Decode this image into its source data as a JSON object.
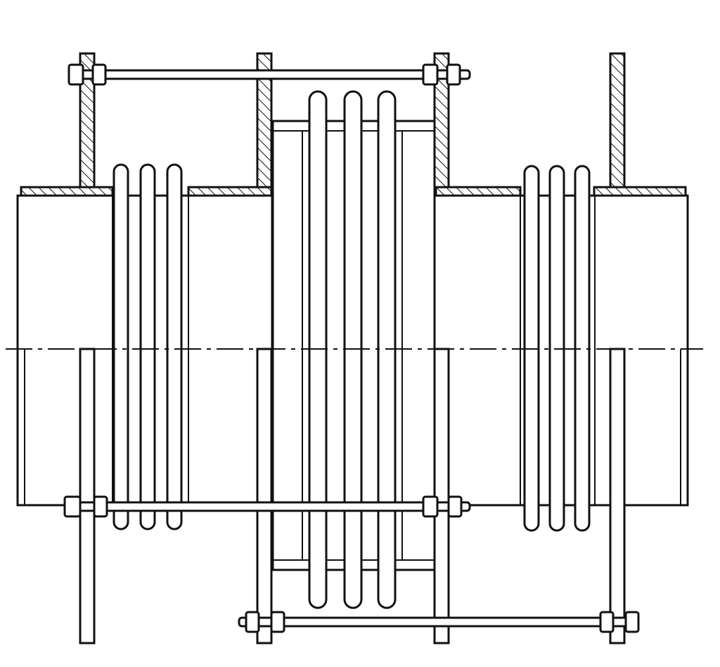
{
  "drawing": {
    "ink_color": "#111111",
    "paper_color": "#ffffff",
    "components": [
      "pipe-left",
      "bellows-left",
      "flange-left",
      "flange-center-left",
      "intermediate-pipe",
      "bellows-center",
      "flange-center-right",
      "pipe-right",
      "bellows-right",
      "flange-right",
      "tie-rod-top",
      "tie-rod-middle",
      "tie-rod-bottom",
      "centerline"
    ]
  }
}
